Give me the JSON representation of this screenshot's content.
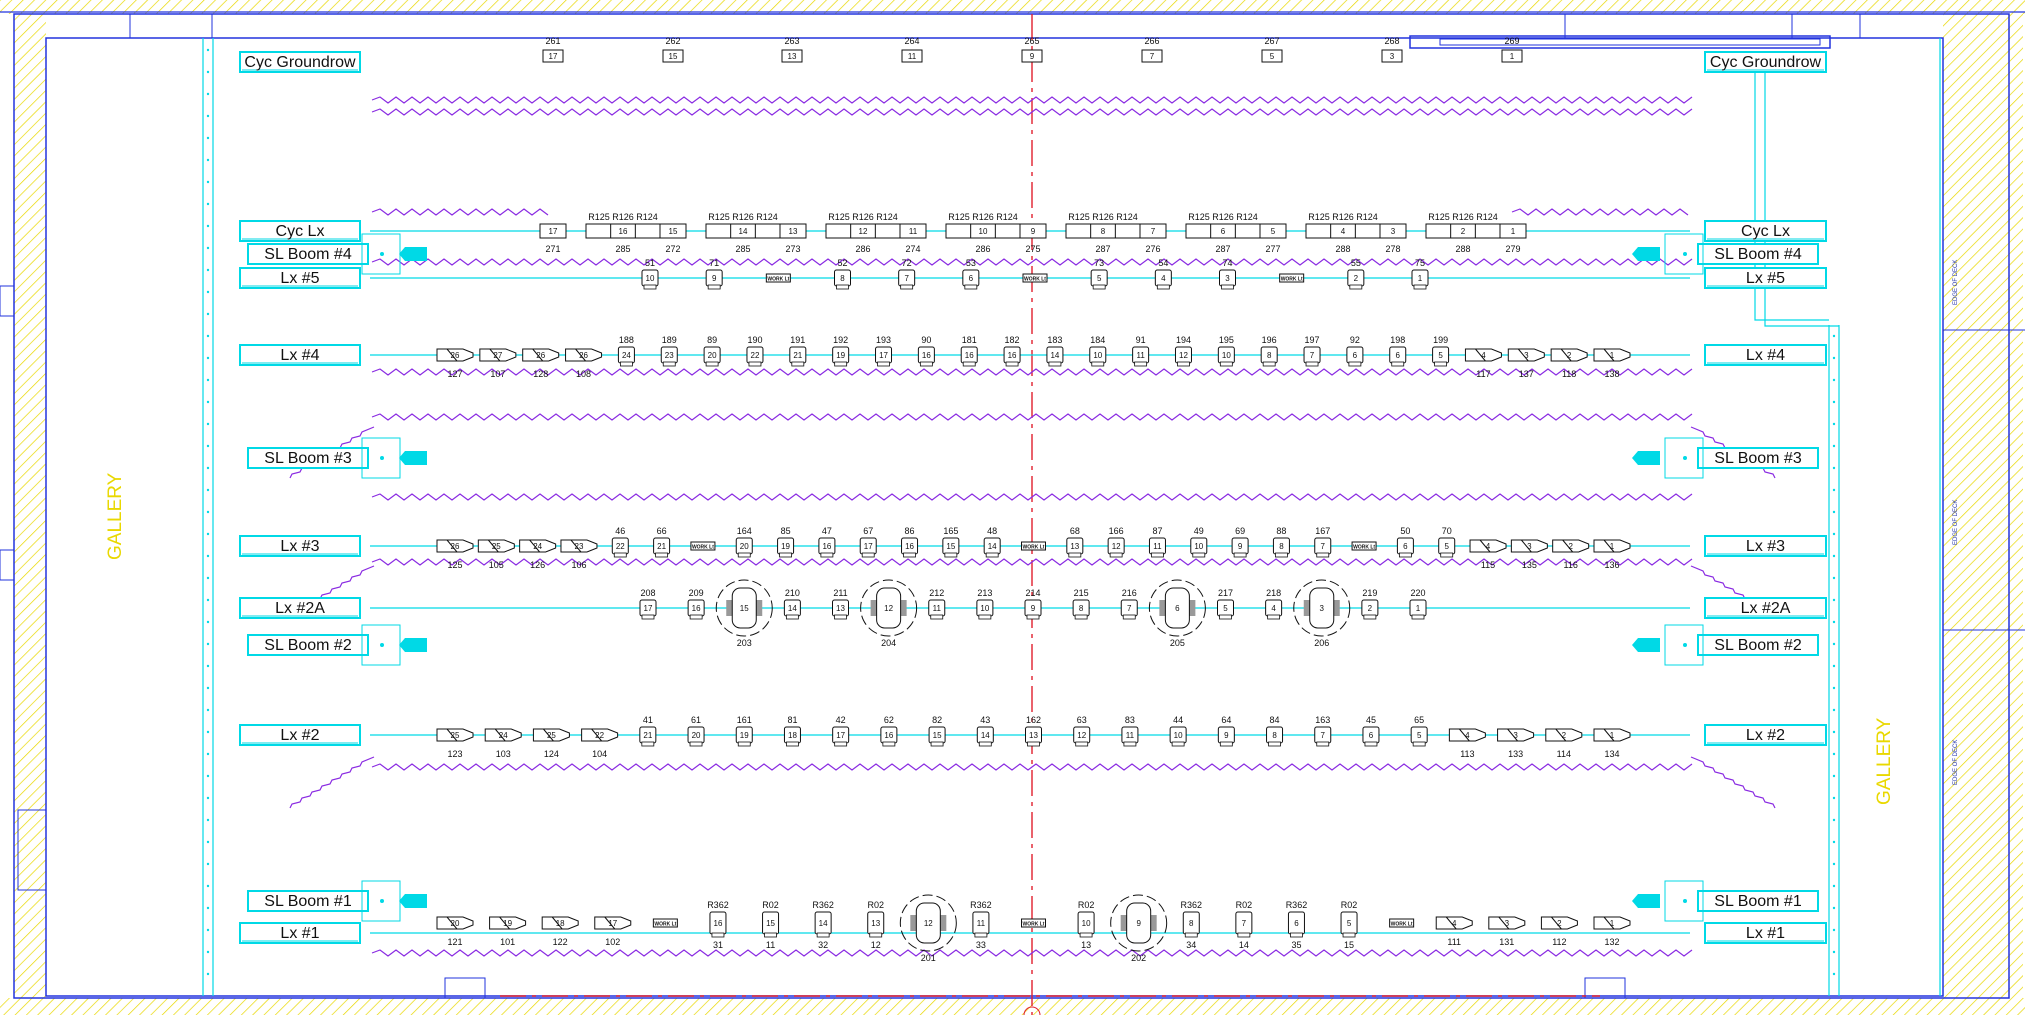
{
  "gallery_label": "GALLERY",
  "edge_of_deck": "EDGE OF DECK",
  "colors": {
    "wall": "#2233dd",
    "pipe": "#00d9e6",
    "border": "#8a2be2",
    "center": "#e0202e",
    "gallery": "#e9d800"
  },
  "pipes": [
    {
      "id": "cyc-groundrow",
      "label": "Cyc Groundrow"
    },
    {
      "id": "cyc-lx",
      "label": "Cyc Lx"
    },
    {
      "id": "lx5",
      "label": "Lx #5"
    },
    {
      "id": "lx4",
      "label": "Lx #4"
    },
    {
      "id": "lx3",
      "label": "Lx #3"
    },
    {
      "id": "lx2a",
      "label": "Lx #2A"
    },
    {
      "id": "lx2",
      "label": "Lx #2"
    },
    {
      "id": "lx1",
      "label": "Lx #1"
    }
  ],
  "booms": [
    {
      "id": "sl-boom-4",
      "label": "SL Boom #4"
    },
    {
      "id": "sl-boom-3",
      "label": "SL Boom #3"
    },
    {
      "id": "sl-boom-2",
      "label": "SL Boom #2"
    },
    {
      "id": "sl-boom-1",
      "label": "SL Boom #1"
    }
  ],
  "fixtures": {
    "groundrow": [
      {
        "id": "261",
        "ch": "17"
      },
      {
        "id": "262",
        "ch": "15"
      },
      {
        "id": "263",
        "ch": "13"
      },
      {
        "id": "264",
        "ch": "11"
      },
      {
        "id": "265",
        "ch": "9"
      },
      {
        "id": "266",
        "ch": "7"
      },
      {
        "id": "267",
        "ch": "5"
      },
      {
        "id": "268",
        "ch": "3"
      },
      {
        "id": "269",
        "ch": "1"
      }
    ],
    "cyc_units": [
      {
        "top": "",
        "ch": "17",
        "bot": "271"
      },
      {
        "top": "R125 R126 R124",
        "ch": "16",
        "bot": "285"
      },
      {
        "top": "",
        "ch": "15",
        "bot": "272"
      },
      {
        "top": "R125 R126 R124",
        "ch": "14",
        "bot": "285"
      },
      {
        "top": "",
        "ch": "13",
        "bot": "273"
      },
      {
        "top": "R125 R126 R124",
        "ch": "12",
        "bot": "286"
      },
      {
        "top": "",
        "ch": "11",
        "bot": "274"
      },
      {
        "top": "R125 R126 R124",
        "ch": "10",
        "bot": "286"
      },
      {
        "top": "",
        "ch": "9",
        "bot": "275"
      },
      {
        "top": "R125 R126 R124",
        "ch": "8",
        "bot": "287"
      },
      {
        "top": "",
        "ch": "7",
        "bot": "276"
      },
      {
        "top": "R125 R126 R124",
        "ch": "6",
        "bot": "287"
      },
      {
        "top": "",
        "ch": "5",
        "bot": "277"
      },
      {
        "top": "R125 R126 R124",
        "ch": "4",
        "bot": "288"
      },
      {
        "top": "",
        "ch": "3",
        "bot": "278"
      },
      {
        "top": "R125 R126 R124",
        "ch": "2",
        "bot": "288"
      },
      {
        "top": "",
        "ch": "1",
        "bot": "279"
      }
    ],
    "lx5": [
      {
        "top": "51",
        "ch": "10"
      },
      {
        "top": "71",
        "ch": "9"
      },
      {
        "top": "",
        "ch": "WORK"
      },
      {
        "top": "52",
        "ch": "8"
      },
      {
        "top": "72",
        "ch": "7"
      },
      {
        "top": "53",
        "ch": "6"
      },
      {
        "top": "",
        "ch": "WORK"
      },
      {
        "top": "73",
        "ch": "5"
      },
      {
        "top": "54",
        "ch": "4"
      },
      {
        "top": "74",
        "ch": "3"
      },
      {
        "top": "",
        "ch": "WORK"
      },
      {
        "top": "55",
        "ch": "2"
      },
      {
        "top": "75",
        "ch": "1"
      }
    ],
    "lx4": [
      {
        "top": "",
        "ch": "26",
        "bot": "127"
      },
      {
        "top": "",
        "ch": "27",
        "bot": "107"
      },
      {
        "top": "",
        "ch": "26",
        "bot": "128"
      },
      {
        "top": "",
        "ch": "26",
        "bot": "108"
      },
      {
        "top": "188",
        "ch": "24"
      },
      {
        "top": "189",
        "ch": "23"
      },
      {
        "top": "89",
        "ch": "20"
      },
      {
        "top": "190",
        "ch": "22"
      },
      {
        "top": "191",
        "ch": "21"
      },
      {
        "top": "192",
        "ch": "19"
      },
      {
        "top": "193",
        "ch": "17"
      },
      {
        "top": "90",
        "ch": "16"
      },
      {
        "top": "181",
        "ch": "16"
      },
      {
        "top": "182",
        "ch": "16"
      },
      {
        "top": "183",
        "ch": "14"
      },
      {
        "top": "184",
        "ch": "10"
      },
      {
        "top": "91",
        "ch": "11"
      },
      {
        "top": "194",
        "ch": "12"
      },
      {
        "top": "195",
        "ch": "10"
      },
      {
        "top": "196",
        "ch": "8"
      },
      {
        "top": "197",
        "ch": "7"
      },
      {
        "top": "92",
        "ch": "6"
      },
      {
        "top": "198",
        "ch": "6"
      },
      {
        "top": "199",
        "ch": "5"
      },
      {
        "top": "",
        "ch": "4",
        "bot": "117"
      },
      {
        "top": "",
        "ch": "3",
        "bot": "137"
      },
      {
        "top": "",
        "ch": "2",
        "bot": "118"
      },
      {
        "top": "",
        "ch": "1",
        "bot": "138"
      }
    ],
    "lx3": [
      {
        "top": "",
        "ch": "26",
        "bot": "125"
      },
      {
        "top": "",
        "ch": "25",
        "bot": "105"
      },
      {
        "top": "",
        "ch": "24",
        "bot": "126"
      },
      {
        "top": "",
        "ch": "23",
        "bot": "106"
      },
      {
        "top": "46",
        "ch": "22"
      },
      {
        "top": "66",
        "ch": "21"
      },
      {
        "top": "",
        "ch": "WORK"
      },
      {
        "top": "164",
        "ch": "20"
      },
      {
        "top": "85",
        "ch": "19"
      },
      {
        "top": "47",
        "ch": "16"
      },
      {
        "top": "67",
        "ch": "17"
      },
      {
        "top": "86",
        "ch": "16"
      },
      {
        "top": "165",
        "ch": "15"
      },
      {
        "top": "48",
        "ch": "14"
      },
      {
        "top": "",
        "ch": "WORK"
      },
      {
        "top": "68",
        "ch": "13"
      },
      {
        "top": "166",
        "ch": "12"
      },
      {
        "top": "87",
        "ch": "11"
      },
      {
        "top": "49",
        "ch": "10"
      },
      {
        "top": "69",
        "ch": "9"
      },
      {
        "top": "88",
        "ch": "8"
      },
      {
        "top": "167",
        "ch": "7"
      },
      {
        "top": "",
        "ch": "WORK"
      },
      {
        "top": "50",
        "ch": "6"
      },
      {
        "top": "70",
        "ch": "5"
      },
      {
        "top": "",
        "ch": "4",
        "bot": "115"
      },
      {
        "top": "",
        "ch": "3",
        "bot": "135"
      },
      {
        "top": "",
        "ch": "2",
        "bot": "116"
      },
      {
        "top": "",
        "ch": "1",
        "bot": "136"
      }
    ],
    "lx2a": [
      {
        "top": "208",
        "ch": "17"
      },
      {
        "top": "209",
        "ch": "16"
      },
      {
        "top": "",
        "ch": "15",
        "bot": "203"
      },
      {
        "top": "210",
        "ch": "14"
      },
      {
        "top": "211",
        "ch": "13"
      },
      {
        "top": "",
        "ch": "12",
        "bot": "204"
      },
      {
        "top": "212",
        "ch": "11"
      },
      {
        "top": "213",
        "ch": "10"
      },
      {
        "top": "214",
        "ch": "9"
      },
      {
        "top": "215",
        "ch": "8"
      },
      {
        "top": "216",
        "ch": "7"
      },
      {
        "top": "",
        "ch": "6",
        "bot": "205"
      },
      {
        "top": "217",
        "ch": "5"
      },
      {
        "top": "218",
        "ch": "4"
      },
      {
        "top": "",
        "ch": "3",
        "bot": "206"
      },
      {
        "top": "219",
        "ch": "2"
      },
      {
        "top": "220",
        "ch": "1"
      }
    ],
    "lx2": [
      {
        "top": "",
        "ch": "25",
        "bot": "123"
      },
      {
        "top": "",
        "ch": "24",
        "bot": "103"
      },
      {
        "top": "",
        "ch": "25",
        "bot": "124"
      },
      {
        "top": "",
        "ch": "22",
        "bot": "104"
      },
      {
        "top": "41",
        "ch": "21"
      },
      {
        "top": "61",
        "ch": "20"
      },
      {
        "top": "161",
        "ch": "19"
      },
      {
        "top": "81",
        "ch": "18"
      },
      {
        "top": "42",
        "ch": "17"
      },
      {
        "top": "62",
        "ch": "16"
      },
      {
        "top": "82",
        "ch": "15"
      },
      {
        "top": "43",
        "ch": "14"
      },
      {
        "top": "162",
        "ch": "13"
      },
      {
        "top": "63",
        "ch": "12"
      },
      {
        "top": "83",
        "ch": "11"
      },
      {
        "top": "44",
        "ch": "10"
      },
      {
        "top": "64",
        "ch": "9"
      },
      {
        "top": "84",
        "ch": "8"
      },
      {
        "top": "163",
        "ch": "7"
      },
      {
        "top": "45",
        "ch": "6"
      },
      {
        "top": "65",
        "ch": "5"
      },
      {
        "top": "",
        "ch": "4",
        "bot": "113"
      },
      {
        "top": "",
        "ch": "3",
        "bot": "133"
      },
      {
        "top": "",
        "ch": "2",
        "bot": "114"
      },
      {
        "top": "",
        "ch": "1",
        "bot": "134"
      }
    ],
    "lx1": [
      {
        "top": "",
        "ch": "20",
        "bot": "121"
      },
      {
        "top": "",
        "ch": "19",
        "bot": "101"
      },
      {
        "top": "",
        "ch": "18",
        "bot": "122"
      },
      {
        "top": "",
        "ch": "17",
        "bot": "102"
      },
      {
        "top": "",
        "ch": "WORK"
      },
      {
        "top": "R362",
        "ch": "16",
        "bot": "31"
      },
      {
        "top": "R02",
        "ch": "15",
        "bot": "11"
      },
      {
        "top": "R362",
        "ch": "14",
        "bot": "32"
      },
      {
        "top": "R02",
        "ch": "13",
        "bot": "12"
      },
      {
        "top": "",
        "ch": "12",
        "bot": "201"
      },
      {
        "top": "R362",
        "ch": "11",
        "bot": "33"
      },
      {
        "top": "",
        "ch": "WORK"
      },
      {
        "top": "R02",
        "ch": "10",
        "bot": "13"
      },
      {
        "top": "",
        "ch": "9",
        "bot": "202"
      },
      {
        "top": "R362",
        "ch": "8",
        "bot": "34"
      },
      {
        "top": "R02",
        "ch": "7",
        "bot": "14"
      },
      {
        "top": "R362",
        "ch": "6",
        "bot": "35"
      },
      {
        "top": "R02",
        "ch": "5",
        "bot": "15"
      },
      {
        "top": "",
        "ch": "WORK"
      },
      {
        "top": "",
        "ch": "4",
        "bot": "111"
      },
      {
        "top": "",
        "ch": "3",
        "bot": "131"
      },
      {
        "top": "",
        "ch": "2",
        "bot": "112"
      },
      {
        "top": "",
        "ch": "1",
        "bot": "132"
      }
    ]
  }
}
